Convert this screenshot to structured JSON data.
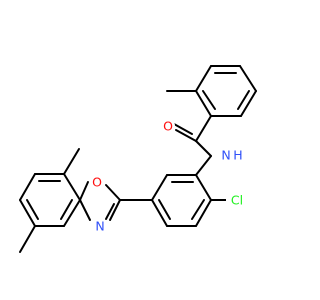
{
  "atoms": {
    "oxygen_carbonyl": {
      "text": "O",
      "color": "#ff0d0d"
    },
    "nitrogen_amide": {
      "text": "N",
      "color": "#3050f8"
    },
    "hydrogen_amide": {
      "text": "H",
      "color": "#3050f8"
    },
    "chlorine": {
      "text": "Cl",
      "color": "#1ff01f"
    },
    "oxygen_oxazole": {
      "text": "O",
      "color": "#ff0d0d"
    },
    "nitrogen_oxazole": {
      "text": "N",
      "color": "#3050f8"
    }
  },
  "bond_color": "#000000",
  "background": "#ffffff"
}
